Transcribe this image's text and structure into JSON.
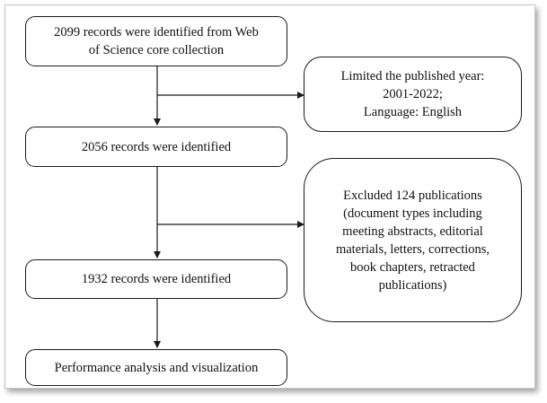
{
  "flowchart": {
    "boxes": [
      {
        "id": "start",
        "text": "2099 records were identified from Web\nof Science core collection"
      },
      {
        "id": "filter1",
        "text": "Limited the published year:\n2001-2022;\nLanguage: English"
      },
      {
        "id": "step2",
        "text": "2056 records were identified"
      },
      {
        "id": "filter2",
        "text": "Excluded 124 publications\n(document types including\nmeeting abstracts, editorial\nmaterials, letters, corrections,\nbook chapters, retracted\npublications)"
      },
      {
        "id": "step3",
        "text": "1932 records were identified"
      },
      {
        "id": "final",
        "text": "Performance analysis and visualization"
      }
    ]
  },
  "colors": {
    "border": "#1a1a1a",
    "text": "#111111",
    "frame": "#c8c8c8"
  }
}
